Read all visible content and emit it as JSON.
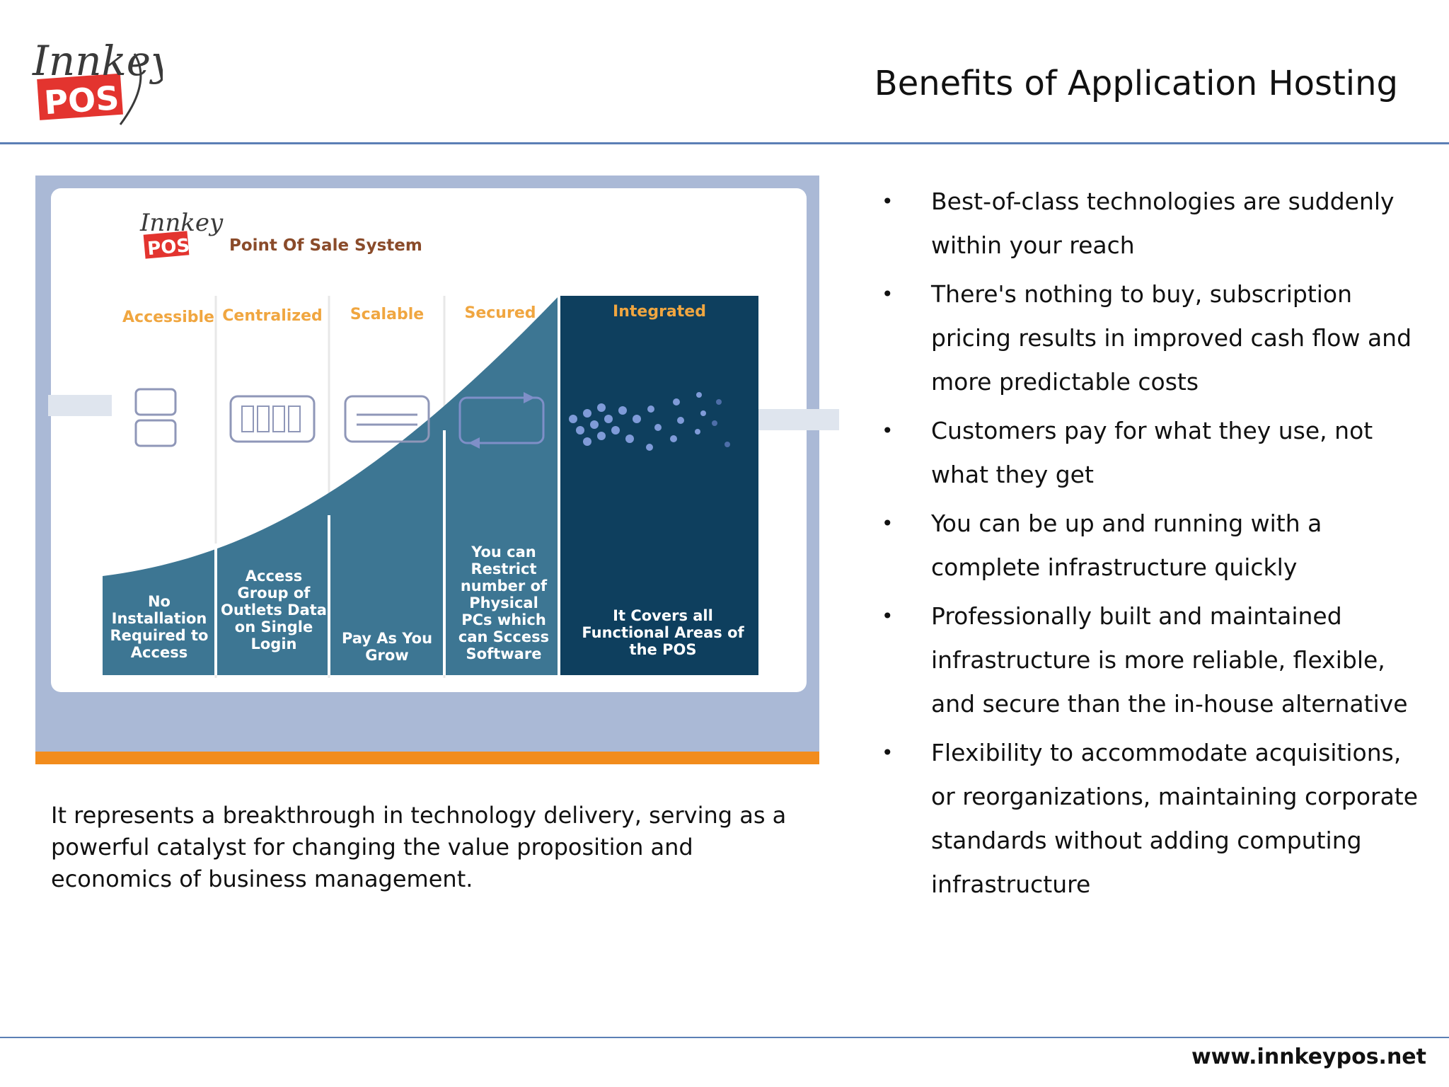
{
  "header": {
    "title": "Benefits of Application Hosting",
    "logo_script": "Innkey",
    "logo_badge": "POS"
  },
  "figure": {
    "logo_script": "Innkey",
    "logo_badge": "POS",
    "subtitle": "Point Of Sale System",
    "columns": [
      {
        "header": "Accessible",
        "text": "No Installation Required to Access",
        "icon": "stacked-boxes-icon"
      },
      {
        "header": "Centralized",
        "text": "Access Group of Outlets Data on Single Login",
        "icon": "grid-panel-icon"
      },
      {
        "header": "Scalable",
        "text": "Pay As You Grow",
        "icon": "lines-panel-icon"
      },
      {
        "header": "Secured",
        "text": "You can Restrict number of Physical PCs which can Sccess Software",
        "icon": "cycle-arrows-icon"
      },
      {
        "header": "Integrated",
        "text": "It Covers all Functional Areas of the POS",
        "icon": "dots-cloud-icon"
      }
    ],
    "colors": {
      "frame": "#aab9d6",
      "accent_bar": "#f28c1c",
      "dark_teal": "#0e3f5e",
      "mid_teal": "#2a627f",
      "light_teal": "#3d7693",
      "header_orange": "#f0a640"
    }
  },
  "caption": "It represents a breakthrough in technology delivery, serving as a powerful catalyst for changing the value proposition and economics of business management.",
  "bullets": [
    "Best-of-class technologies are suddenly within your reach",
    "There's nothing to buy, subscription pricing results in improved cash flow and more predictable costs",
    "Customers pay for what they use, not what they get",
    "You can be up and running with a complete infrastructure quickly",
    "Professionally built and maintained infrastructure is more reliable, flexible, and secure than the in-house alternative",
    "Flexibility to accommodate acquisitions, or reorganizations, maintaining corporate standards without adding computing infrastructure"
  ],
  "bullet_glyph": "•",
  "footer": {
    "url": "www.innkeypos.net"
  }
}
